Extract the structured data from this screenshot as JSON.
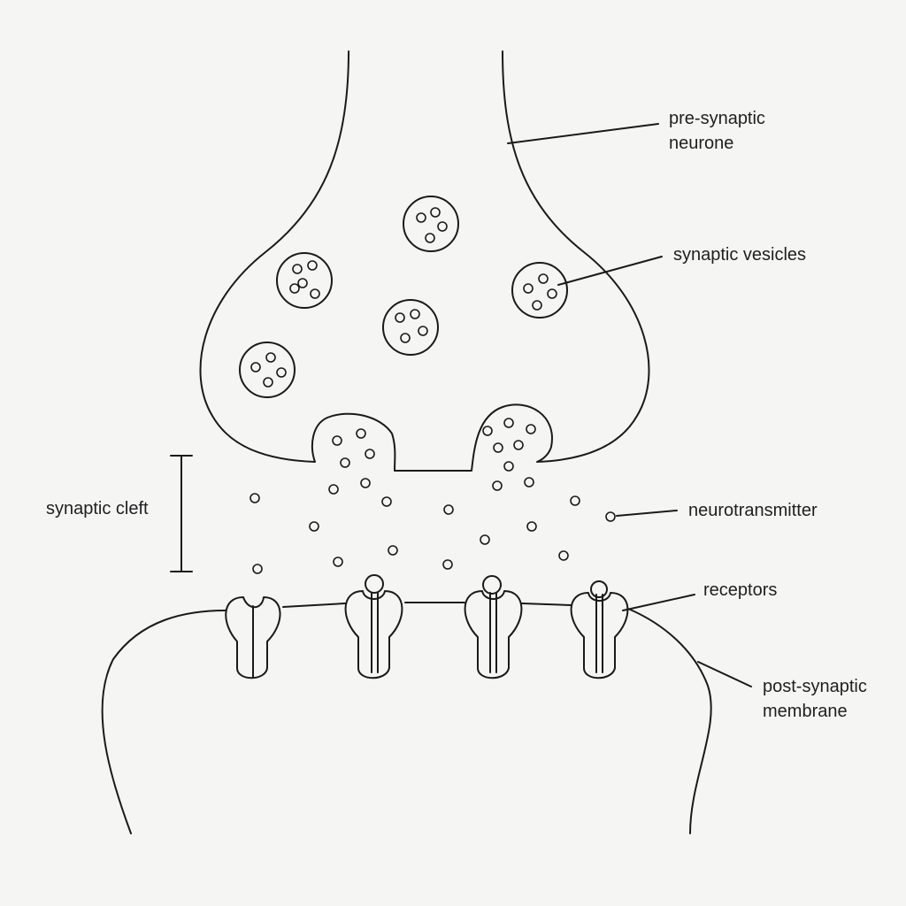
{
  "labels": {
    "pre_synaptic": [
      "pre-synaptic",
      "neurone"
    ],
    "synaptic_vesicles": "synaptic vesicles",
    "synaptic_cleft": "synaptic cleft",
    "neurotransmitter": "neurotransmitter",
    "receptors": "receptors",
    "post_synaptic": [
      "post-synaptic",
      "membrane"
    ]
  },
  "colors": {
    "line": "#1a1a1a",
    "background": "#f5f5f4"
  }
}
